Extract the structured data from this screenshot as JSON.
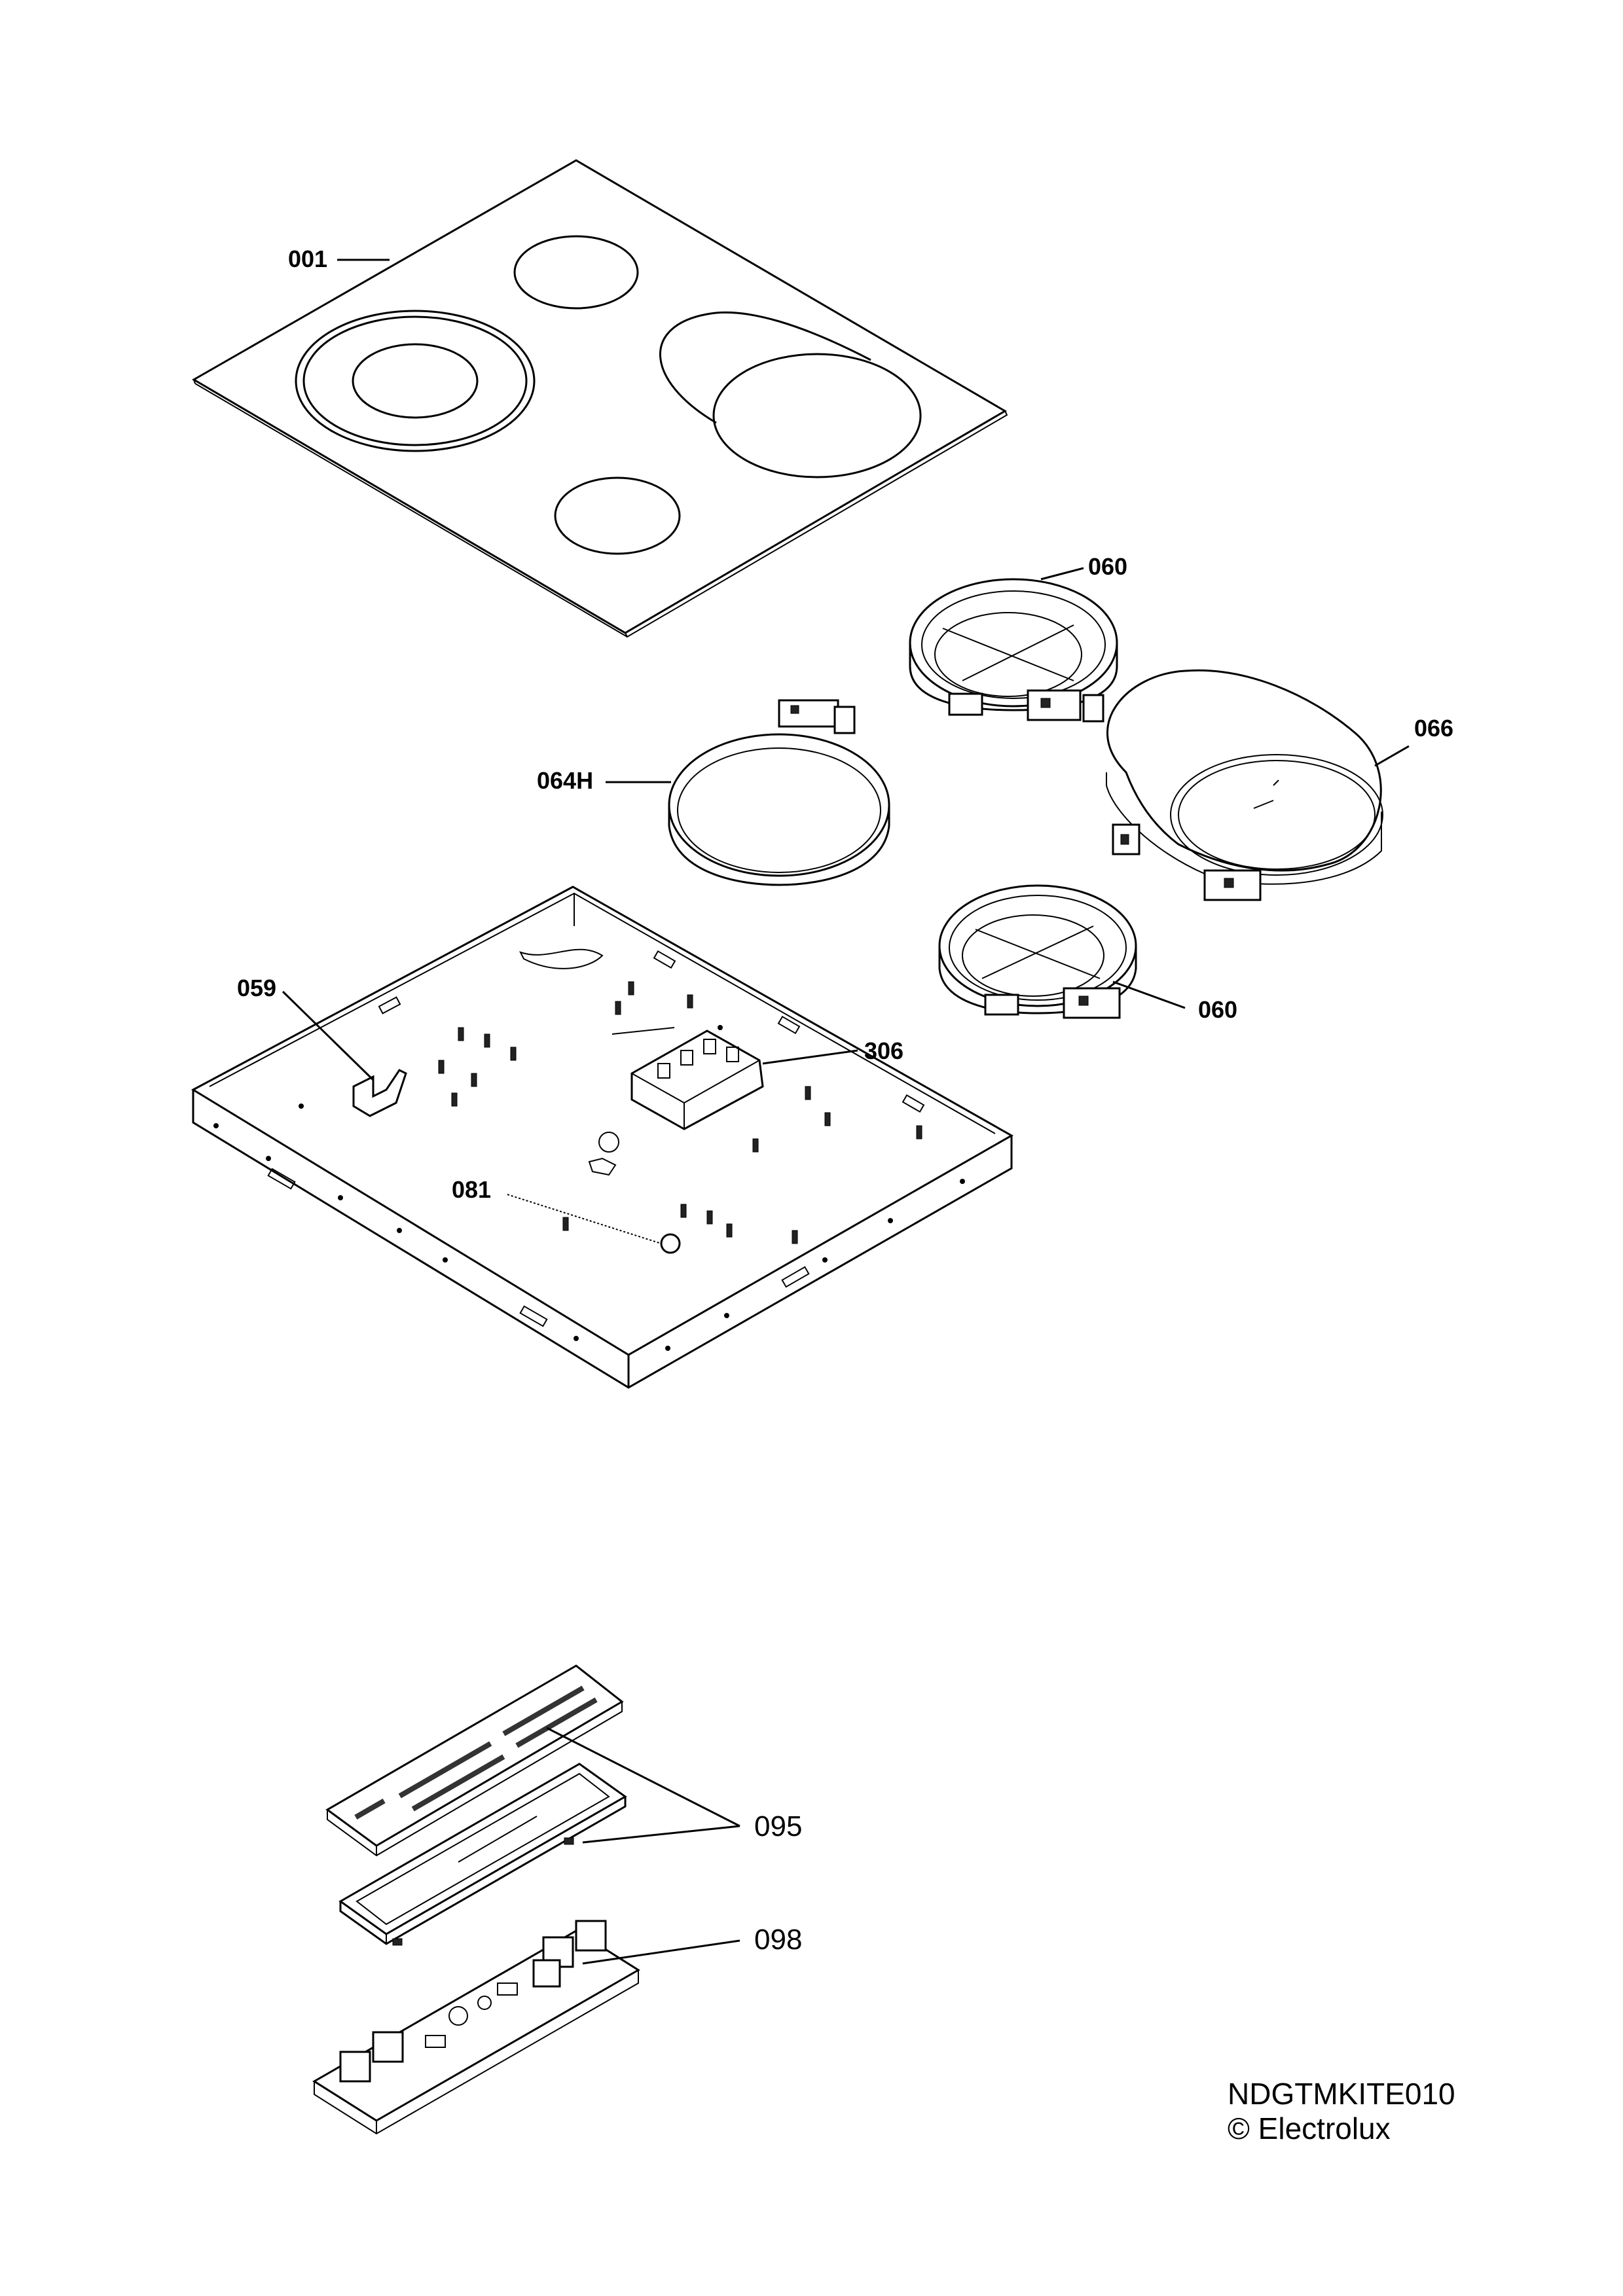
{
  "callouts": {
    "c001": "001",
    "c060a": "060",
    "c066": "066",
    "c064h": "064H",
    "c059": "059",
    "c306": "306",
    "c060b": "060",
    "c081": "081",
    "c095": "095",
    "c098": "098"
  },
  "footer": {
    "drawing_id": "NDGTMKITE010",
    "copyright": "© Electrolux"
  }
}
